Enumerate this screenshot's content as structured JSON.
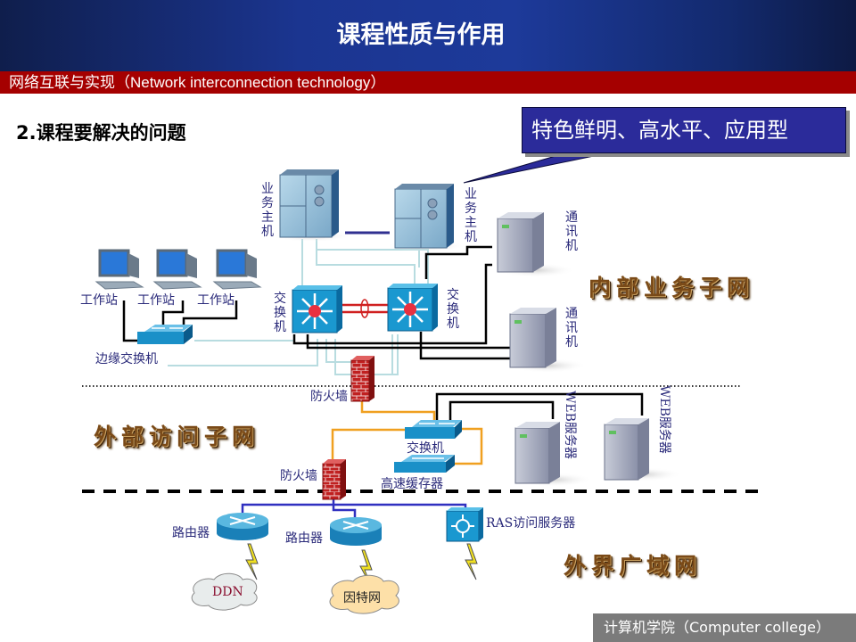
{
  "header": {
    "title": "课程性质与作用",
    "subtitle": "网络互联与实现（Network  interconnection technology）"
  },
  "section": {
    "title": "2.课程要解决的问题"
  },
  "callout": {
    "text": "特色鲜明、高水平、应用型",
    "color": "#2b2b9a"
  },
  "colors": {
    "header_blue": "#1d3a9a",
    "subbar_red": "#a50000",
    "label_text": "#2a2a7a",
    "orange_link": "#f0a020",
    "blue_link": "#3030c0",
    "lightblue_link": "#b8dce0",
    "trunk_red": "#d02020"
  },
  "zones": {
    "internal": "内部业务子网",
    "external_access": "外部访问子网",
    "wan": "外界广域网"
  },
  "nodes": {
    "host1": "业务主机",
    "host2": "业务主机",
    "comm1": "通讯机",
    "comm2": "通讯机",
    "workstation1": "工作站",
    "workstation2": "工作站",
    "workstation3": "工作站",
    "core_switch1": "交换机",
    "core_switch2": "交换机",
    "edge_switch": "边缘交换机",
    "firewall1": "防火墙",
    "firewall2": "防火墙",
    "dmz_switch": "交换机",
    "cache": "高速缓存器",
    "web1": "WEB服务器",
    "web2": "WEB服务器",
    "router1": "路由器",
    "router2": "路由器",
    "ras": "RAS访问服务器",
    "cloud_ddn": "DDN",
    "cloud_internet": "因特网"
  },
  "footer": {
    "text": "计算机学院（Computer college）"
  }
}
